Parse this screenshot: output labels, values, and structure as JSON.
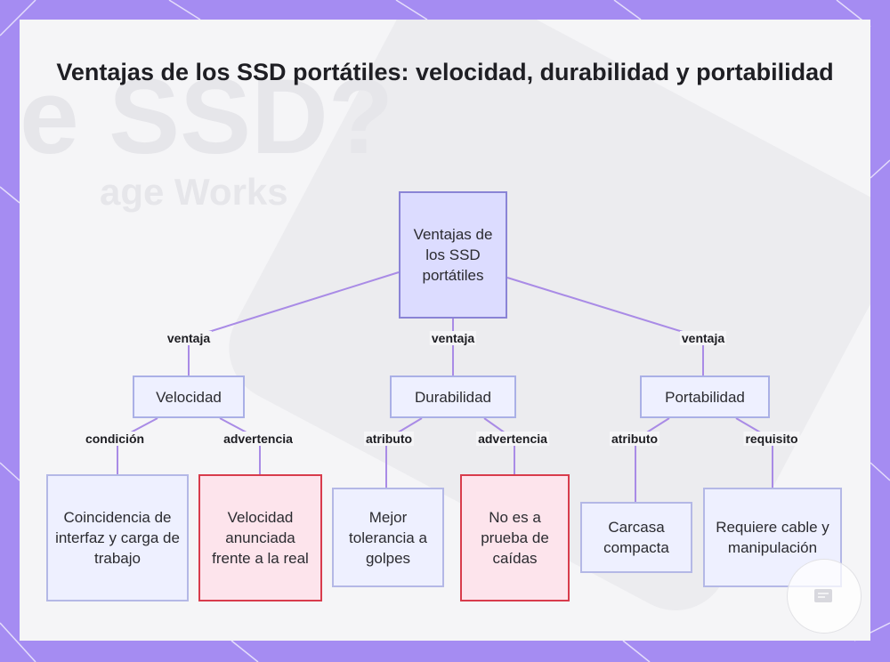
{
  "title": "Ventajas de los SSD portátiles: velocidad, durabilidad y portabilidad",
  "background_watermark": {
    "text1": "e SSD?",
    "text2": "age Works"
  },
  "nodes": {
    "root": "Ventajas de los SSD portátiles",
    "velocidad": "Velocidad",
    "durabilidad": "Durabilidad",
    "portabilidad": "Portabilidad",
    "coincidencia": "Coincidencia de interfaz y carga de trabajo",
    "velocidad_anunciada": "Velocidad anunciada frente a la real",
    "mejor_tolerancia": "Mejor tolerancia a golpes",
    "no_prueba": "No es a prueba de caídas",
    "carcasa": "Carcasa compacta",
    "requiere_cable": "Requiere cable y manipulación"
  },
  "edge_labels": {
    "root_velocidad": "ventaja",
    "root_durabilidad": "ventaja",
    "root_portabilidad": "ventaja",
    "velocidad_coincidencia": "condición",
    "velocidad_anunciada": "advertencia",
    "durabilidad_tolerancia": "atributo",
    "durabilidad_no_prueba": "advertencia",
    "portabilidad_carcasa": "atributo",
    "portabilidad_cable": "requisito"
  },
  "colors": {
    "frame": "#a58cf2",
    "edge": "#a98be6",
    "root_fill": "#dcdcff",
    "node_fill": "#eef0ff",
    "warning_fill": "#fde4ec",
    "warning_border": "#d83c4c"
  },
  "icons": {
    "badge": "logo-badge-icon"
  }
}
